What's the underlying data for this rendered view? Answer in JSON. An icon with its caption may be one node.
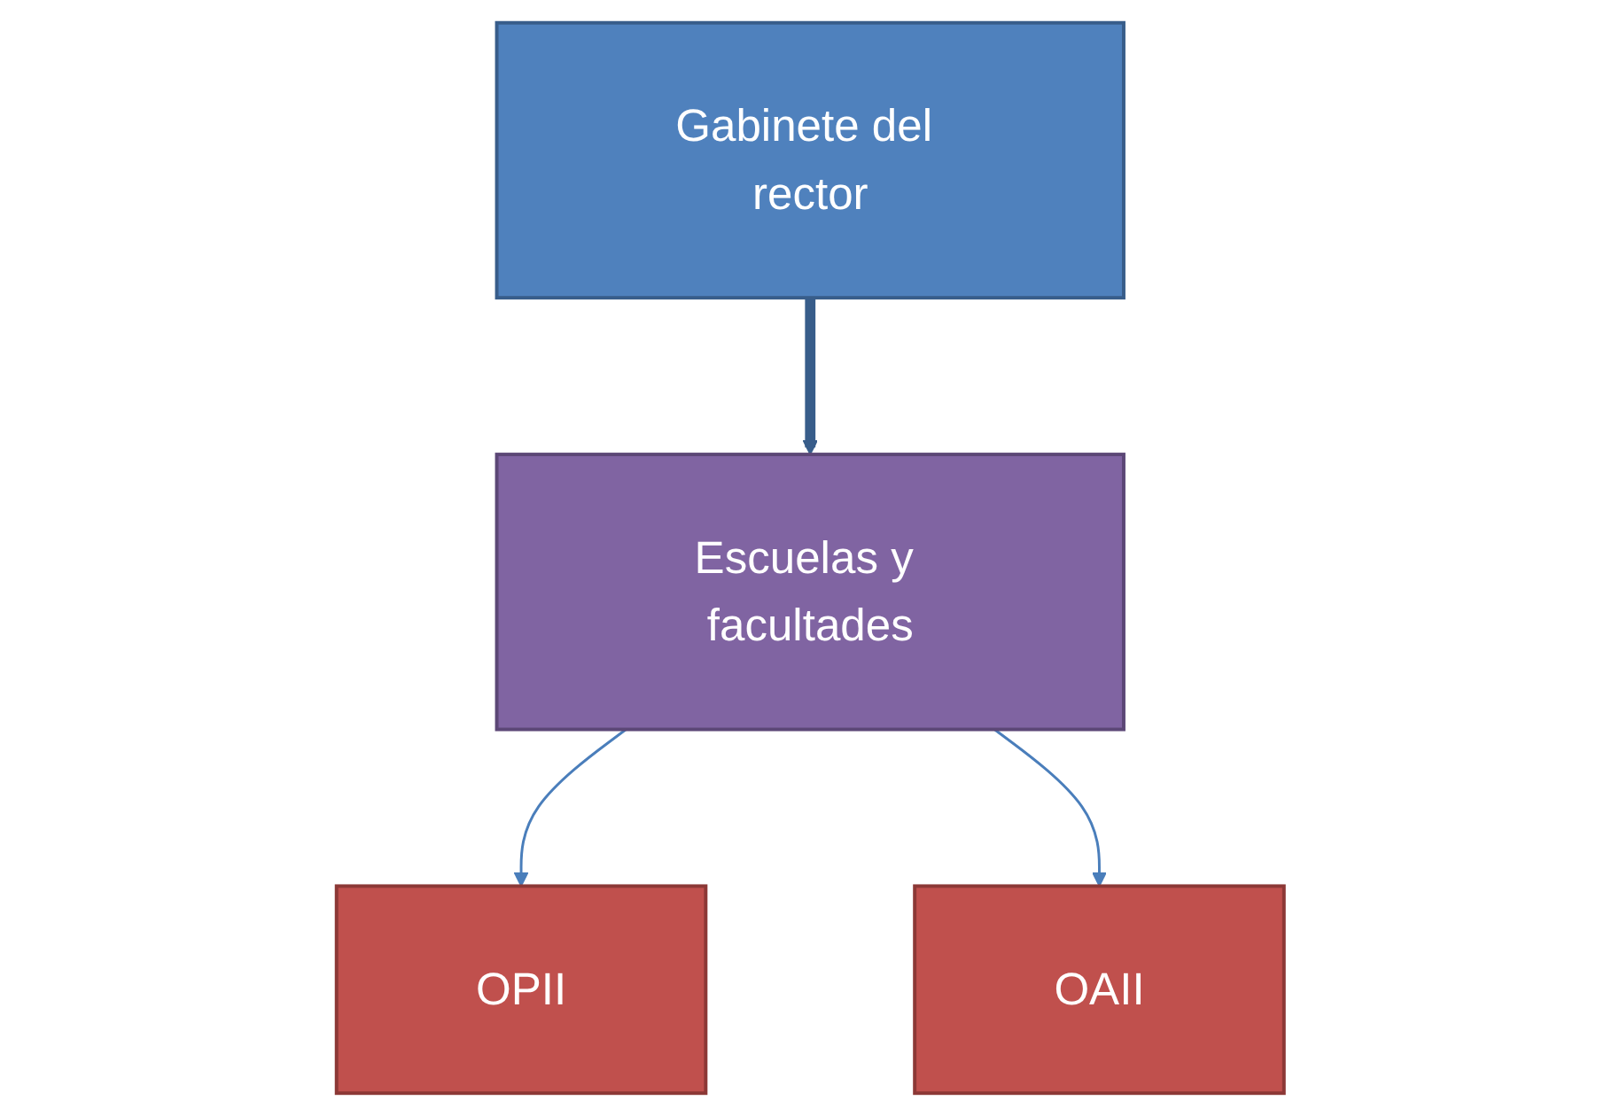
{
  "diagram": {
    "nodes": [
      {
        "text": [
          "Gabinete del rector"
        ]
      },
      {
        "text": [
          "OPII"
        ]
      },
      {
        "text": [
          "OAII"
        ]
      },
      {
        "text": [
          "Escuelas y facultades"
        ]
      }
    ],
    "edges": [
      {
        "from": 0,
        "to": 3,
        "arrow": "to",
        "style": "thick",
        "color": "#385d8a"
      },
      {
        "from": 3,
        "to": 1,
        "arrow": "to"
      },
      {
        "from": 3,
        "to": 2,
        "arrow": "to"
      }
    ]
  }
}
